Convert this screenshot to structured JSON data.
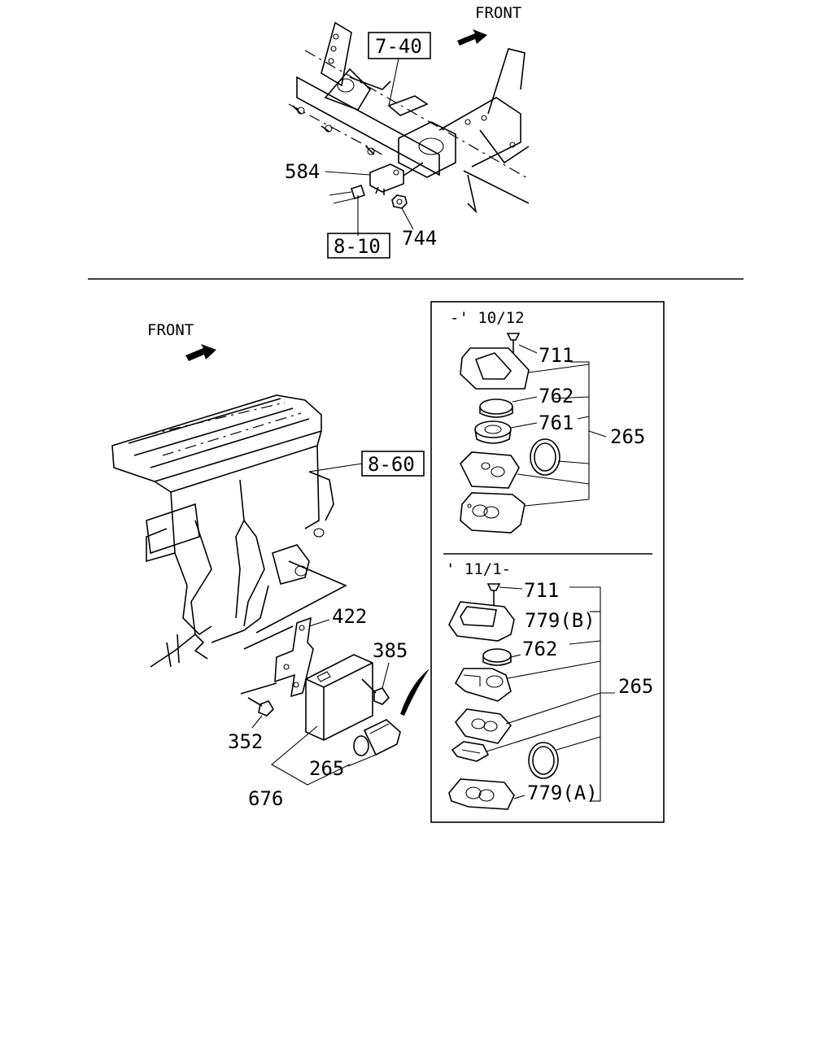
{
  "top": {
    "front_label": "FRONT",
    "ref_7_40": "7-40",
    "ref_8_10": "8-10",
    "part_584": "584",
    "part_744": "744"
  },
  "bottom": {
    "front_label": "FRONT",
    "ref_8_60": "8-60",
    "part_422": "422",
    "part_385": "385",
    "part_352": "352",
    "part_265": "265",
    "part_676": "676"
  },
  "inset_upper": {
    "period": "-' 10/12",
    "p711": "711",
    "p762": "762",
    "p761": "761",
    "p265": "265"
  },
  "inset_lower": {
    "period": "' 11/1-",
    "p711": "711",
    "p779b": "779(B)",
    "p762": "762",
    "p265": "265",
    "p779a": "779(A)"
  }
}
